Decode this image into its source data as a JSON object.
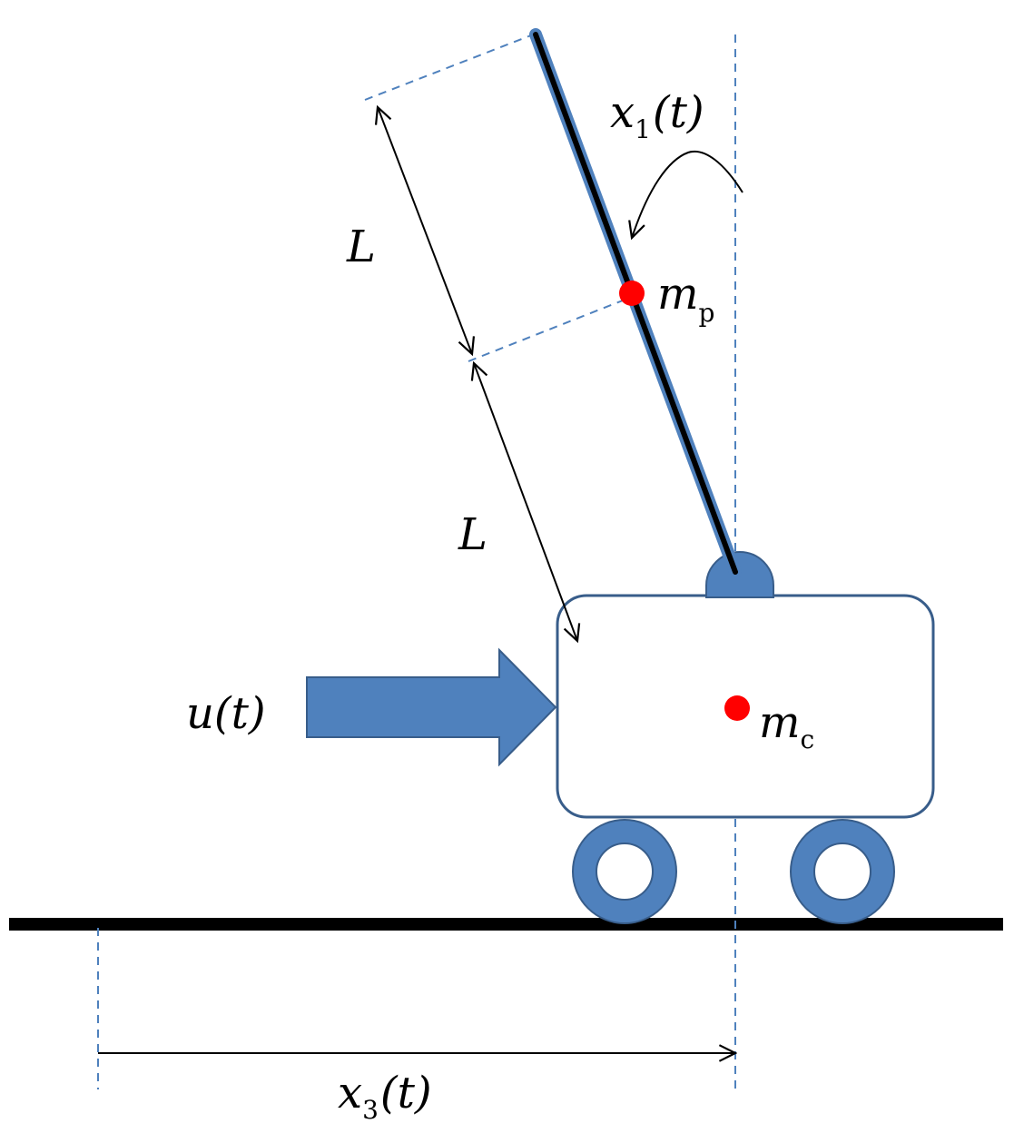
{
  "labels": {
    "angle_var": "x",
    "angle_sub": "1",
    "angle_arg": "(t)",
    "length_top": "L",
    "length_bottom": "L",
    "pole_mass_var": "m",
    "pole_mass_sub": "p",
    "cart_mass_var": "m",
    "cart_mass_sub": "c",
    "force_label": "u(t)",
    "position_var": "x",
    "position_sub": "3",
    "position_arg": "(t)"
  },
  "colors": {
    "blue": "#4f81bd",
    "blue_stroke": "#385d8a",
    "mass_dot": "#ff0000",
    "line": "#000000"
  }
}
